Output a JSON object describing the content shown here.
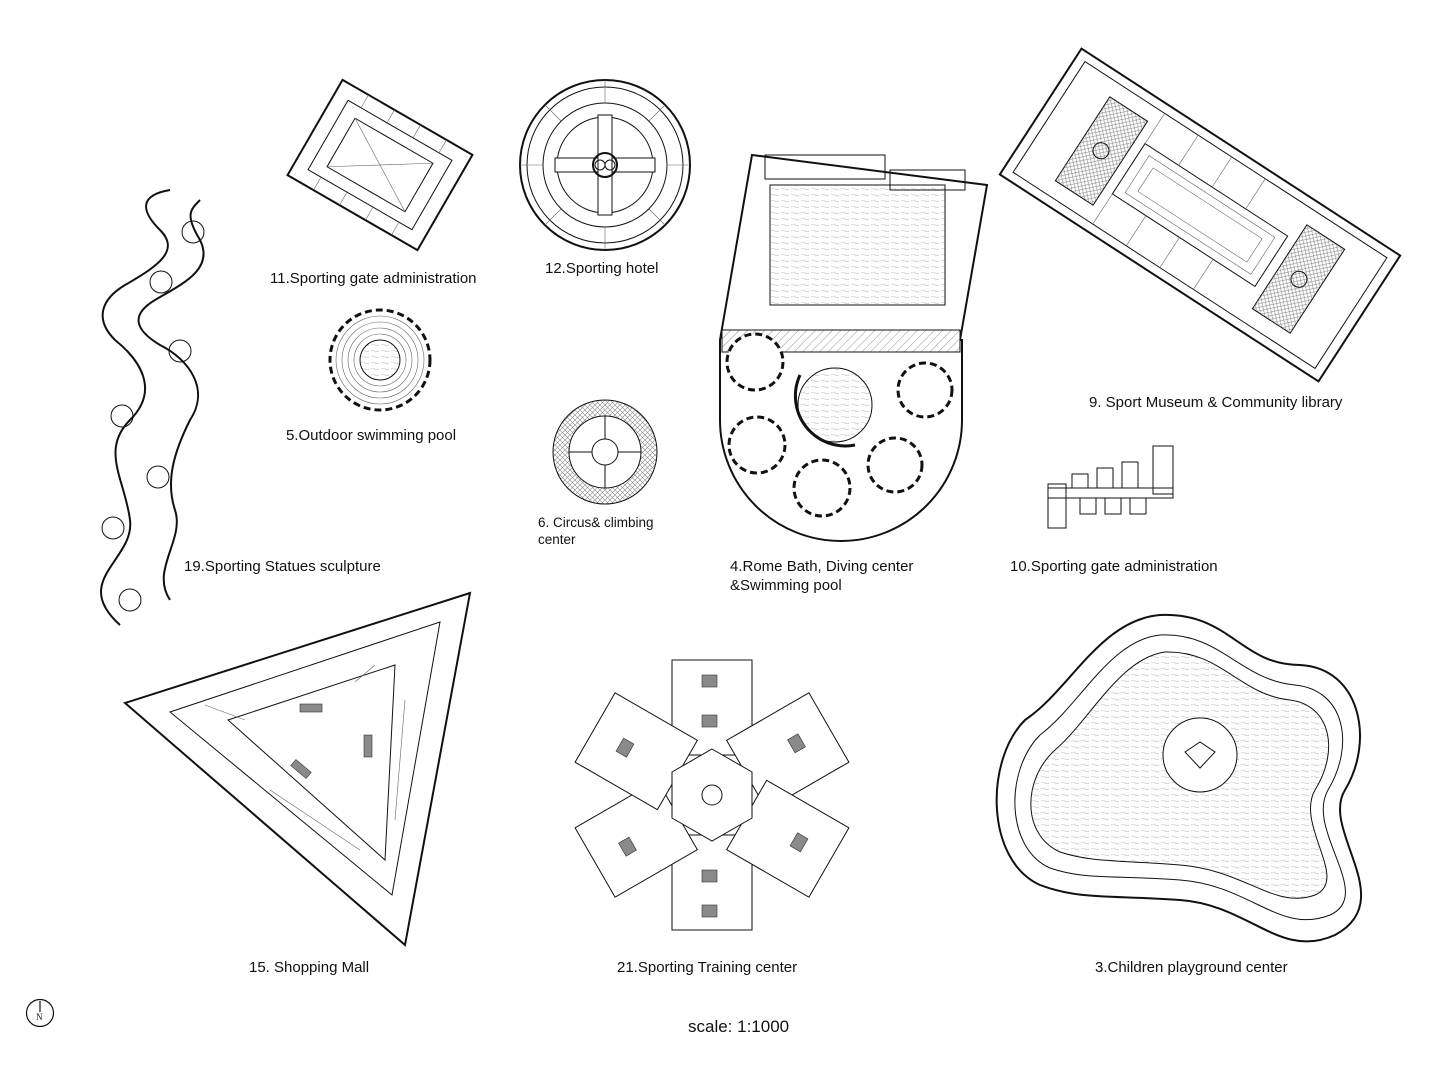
{
  "labels": {
    "sporting_gate_admin_11": "11.Sporting gate administration",
    "sporting_hotel_12": "12.Sporting hotel",
    "outdoor_pool_5": "5.Outdoor swimming pool",
    "circus_climbing_6_line1": "6. Circus& climbing",
    "circus_climbing_6_line2": "center",
    "rome_bath_4_line1": "4.Rome Bath, Diving center",
    "rome_bath_4_line2": "&Swimming pool",
    "sport_museum_9": "9. Sport Museum & Community library",
    "sporting_gate_admin_10": "10.Sporting gate administration",
    "statues_sculpture_19": "19.Sporting Statues sculpture",
    "shopping_mall_15": "15. Shopping Mall",
    "training_center_21": "21.Sporting Training center",
    "children_playground_3": "3.Children playground center"
  },
  "north_arrow": {
    "letter": "N",
    "icon": "north-arrow-icon"
  },
  "scale": "scale: 1:1000",
  "colors": {
    "ink": "#111111",
    "paper": "#ffffff",
    "tone": "#8a8a8a"
  }
}
